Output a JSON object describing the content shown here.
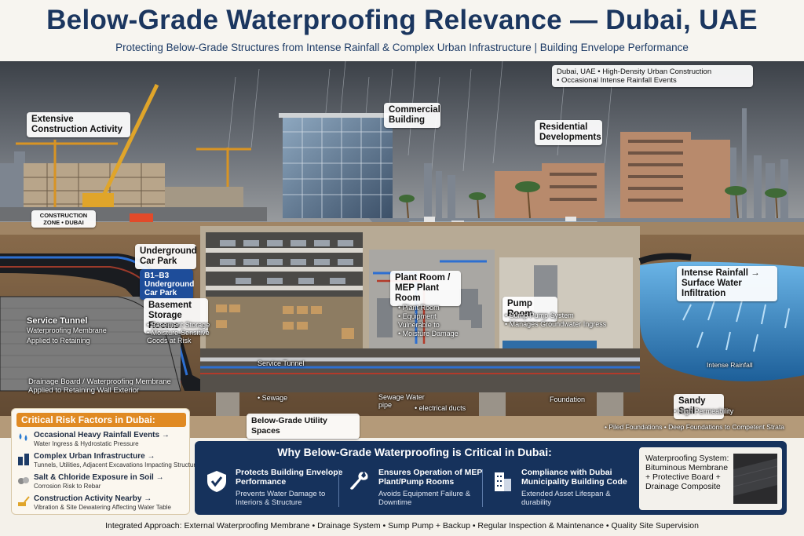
{
  "header": {
    "title": "Below-Grade Waterproofing Relevance — Dubai, UAE",
    "subtitle": "Protecting Below-Grade Structures from Intense Rainfall & Complex Urban Infrastructure | Building Envelope Performance"
  },
  "location": {
    "line1": "Dubai, UAE • High-Density Urban Construction",
    "line2": "• Occasional Intense Rainfall Events"
  },
  "scene_labels": {
    "construction": "Extensive Construction Activity",
    "construction_sign": "CONSTRUCTION ZONE • DUBAI",
    "commercial": "Commercial Building",
    "residential": "Residential Developments",
    "car_park": "Underground Car Park",
    "car_park_tag": "B1–B3 Underground Car Park",
    "storage": "Basement Storage Rooms",
    "storage_notes": "• Basement Storage\n• Moisture-Sensitive Goods at Risk",
    "service_tunnel": "Service Tunnel",
    "service_tunnel_note": "Waterproofing Membrane Applied to Retaining",
    "plant_room": "Plant Room / MEP Plant Room",
    "plant_notes": "• Plant Room\n• Equipment Vulnerable to\n• Moisture Damage",
    "pump_room": "Pump Room",
    "pump_notes": "• Sump Pump System\n• Manages Groundwater Ingress",
    "rainfall": "Intense Rainfall → Surface Water Infiltration",
    "intense_small": "Intense Rainfall",
    "drainage": "Drainage Board / Waterproofing Membrane Applied to Retaining Wall Exterior",
    "tunnel_small": "Service Tunnel",
    "sewage": "• Sewage",
    "sewage_pipe": "Sewage Water pipe",
    "ducts": "• electrical ducts",
    "foundation": "Foundation",
    "utility": "Below-Grade Utility Spaces",
    "sandy": "Sandy Soil",
    "sandy_note": "• High Permeability",
    "piled": "• Piled Foundations • Deep Foundations to Competent Strata"
  },
  "risk": {
    "title": "Critical Risk Factors in Dubai:",
    "items": [
      {
        "icon": "rain-drops-icon",
        "title": "Occasional Heavy Rainfall Events →",
        "sub": "Water Ingress & Hydrostatic Pressure"
      },
      {
        "icon": "buildings-icon",
        "title": "Complex Urban Infrastructure →",
        "sub": "Tunnels, Utilities, Adjacent Excavations Impacting Structure"
      },
      {
        "icon": "soil-icon",
        "title": "Salt & Chloride Exposure in Soil →",
        "sub": "Corrosion Risk to Rebar"
      },
      {
        "icon": "excavator-icon",
        "title": "Construction Activity Nearby →",
        "sub": "Vibration & Site Dewatering Affecting Water Table"
      }
    ]
  },
  "why": {
    "title": "Why Below-Grade Waterproofing is Critical in Dubai:",
    "items": [
      {
        "icon": "shield-check-icon",
        "title": "Protects Building Envelope Performance",
        "sub": "Prevents Water Damage to Interiors & Structure"
      },
      {
        "icon": "wrench-icon",
        "title": "Ensures Operation of MEP Plant/Pump Rooms",
        "sub": "Avoids Equipment Failure & Downtime"
      },
      {
        "icon": "office-building-icon",
        "title": "Compliance with Dubai Municipality Building Code",
        "sub": "Extended Asset Lifespan & durability"
      }
    ],
    "system": "Waterproofing System: Bituminous Membrane + Protective Board + Drainage Composite"
  },
  "footer": "Integrated Approach: External Waterproofing Membrane • Drainage System • Sump Pump + Backup • Regular Inspection & Maintenance • Quality Site Supervision",
  "colors": {
    "navy": "#1b365f",
    "orange": "#e08a23",
    "panel_blue": "#16325c",
    "water": "#3a8cc9"
  }
}
